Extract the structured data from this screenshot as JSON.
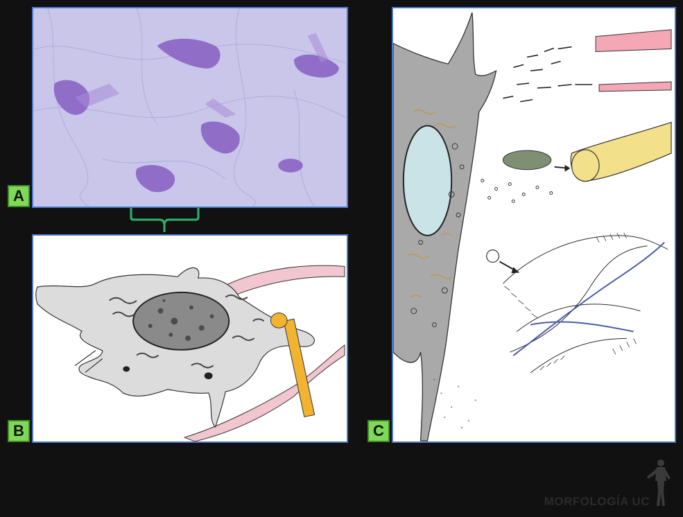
{
  "panels": {
    "a": {
      "label": "A"
    },
    "b": {
      "label": "B"
    },
    "c": {
      "label": "C"
    }
  },
  "watermark": {
    "text": "MORFOLOGÍA UC",
    "icon": "human-figure-icon"
  },
  "colors": {
    "background": "#111111",
    "panel_border": "#4a79d0",
    "label_fill": "#7ed957",
    "connector": "#2fb36a",
    "micrograph_bg": "#c9c6ea",
    "stained_cell": "#8a64c4"
  }
}
